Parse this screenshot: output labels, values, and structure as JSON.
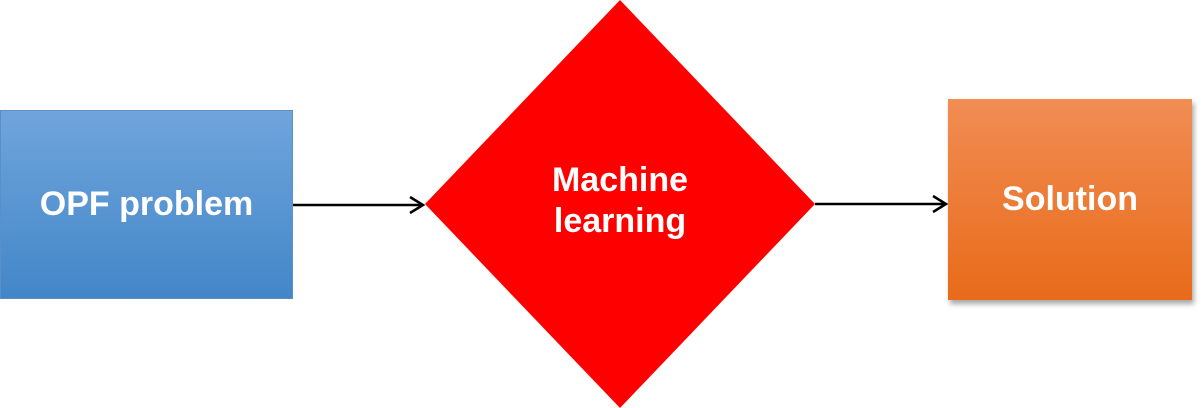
{
  "nodes": {
    "opf": {
      "label": "OPF problem",
      "color": "#5b9bd5"
    },
    "ml": {
      "line1": "Machine",
      "line2": "learning",
      "color": "#ff0000"
    },
    "solution": {
      "label": "Solution",
      "color": "#ed7d31"
    }
  },
  "edges": [
    {
      "from": "opf",
      "to": "ml"
    },
    {
      "from": "ml",
      "to": "solution"
    }
  ]
}
